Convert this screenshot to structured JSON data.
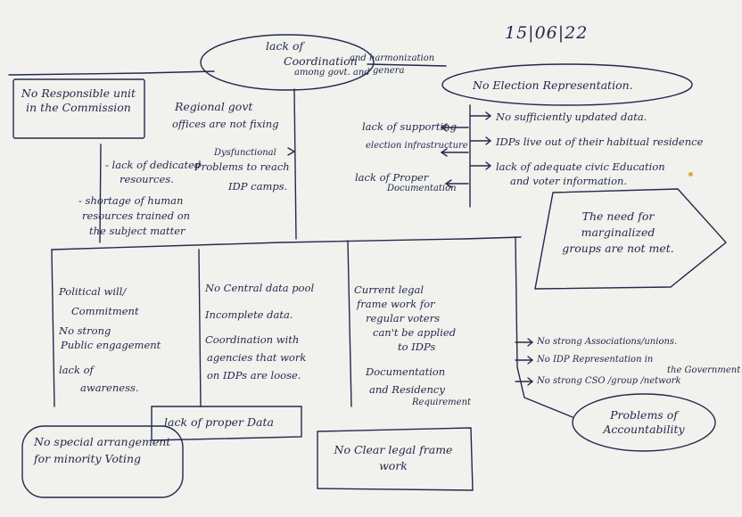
{
  "date": "15|06|22",
  "colors": {
    "ink": "#232a4a",
    "paper": "#f1f1ee",
    "dot": "#d4b13a"
  },
  "central": {
    "line1": "lack of",
    "line2": "Coordination",
    "line2_overlay": "and harmonization",
    "line3": "among govt. and",
    "line3_overlay": "genera"
  },
  "no_election_representation": "No Election Representation.",
  "no_responsible_unit": "No Responsible unit in the Commission",
  "regional_offices": {
    "line1": "Regional govt",
    "line2": "offices are not fixing"
  },
  "dysfunctional": {
    "line1": "Dysfunctional",
    "line2": "Problems to reach",
    "line3": "IDP camps."
  },
  "lack_dedicated": {
    "line1": "- lack of dedicated",
    "line2": "resources."
  },
  "shortage": {
    "line1": "- shortage of human",
    "line2": "resources trained on",
    "line3": "the subject matter"
  },
  "lack_supporting": {
    "line1": "lack of supporting",
    "line2": "election infrastructure"
  },
  "lack_documentation": {
    "line1": "lack of Proper",
    "line2": "Documentation"
  },
  "right_list": [
    "No sufficiently updated data.",
    "IDPs live out of their habitual residence",
    "lack of adequate civic Education",
    "and voter information."
  ],
  "marginalized": "The need for marginalized groups are not met.",
  "col1": {
    "a": "Political will/",
    "a2": "Commitment",
    "b": "No strong",
    "b2": "Public engagement",
    "c": "lack of",
    "c2": "awareness."
  },
  "col2": {
    "a": "No Central data pool",
    "b": "Incomplete data.",
    "c": "Coordination with",
    "c2": "agencies that work",
    "c3": "on IDPs are loose."
  },
  "col3": {
    "a": "Current legal",
    "a2": "frame work for",
    "a3": "regular voters",
    "a4": "can't be applied",
    "a5": "to IDPs",
    "b": "Documentation",
    "b2": "and Residency",
    "b3": "Requirement"
  },
  "lack_proper_data": "lack of proper Data",
  "accountability_list": [
    "No strong Associations/unions.",
    "No IDP Representation in",
    "the Government",
    "No strong CSO /group /network"
  ],
  "accountability_problems": "Problems of Accountability",
  "no_special_arrangement": "No special arrangement for minority Voting",
  "no_legal_framework": "No Clear legal frame work"
}
